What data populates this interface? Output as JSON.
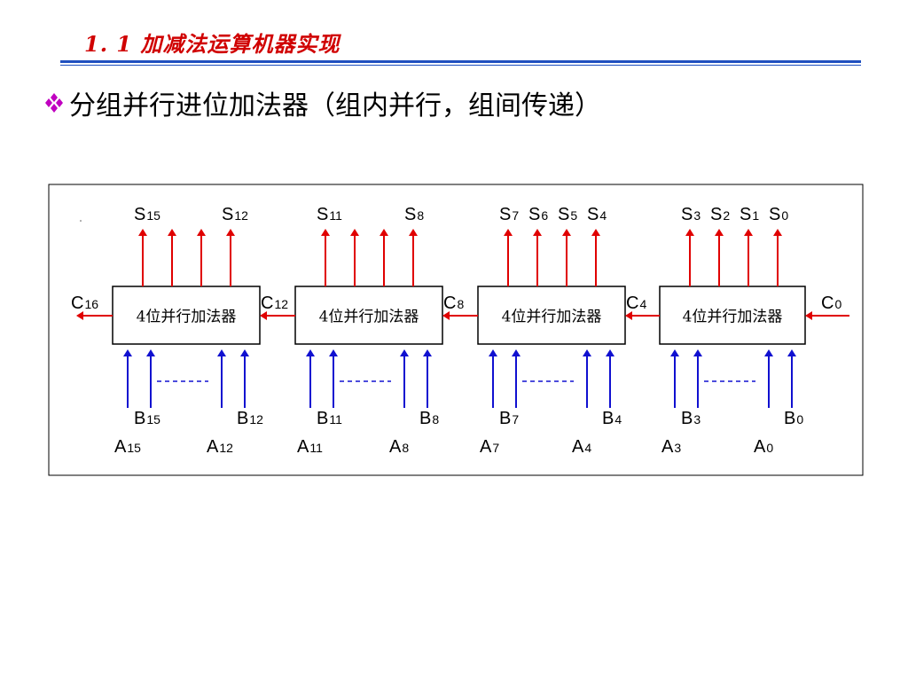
{
  "slide": {
    "title": "1. 1 加减法运算机器实现",
    "bullet_text": "分组并行进位加法器（组内并行，组间传递）",
    "bullet_icon": "diamond-cluster-icon"
  },
  "diagram": {
    "adder_label": "4位并行加法器",
    "carry_labels": [
      "C16",
      "C12",
      "C8",
      "C4",
      "C0"
    ],
    "groups": [
      {
        "sum_labels": [
          "S15",
          "",
          "",
          "S12"
        ],
        "b_labels": [
          "B15",
          "B12"
        ],
        "a_labels": [
          "A15",
          "A12"
        ]
      },
      {
        "sum_labels": [
          "S11",
          "",
          "",
          "S8"
        ],
        "b_labels": [
          "B11",
          "B8"
        ],
        "a_labels": [
          "A11",
          "A8"
        ]
      },
      {
        "sum_labels": [
          "S7",
          "S6",
          "S5",
          "S4"
        ],
        "b_labels": [
          "B7",
          "B4"
        ],
        "a_labels": [
          "A7",
          "A4"
        ]
      },
      {
        "sum_labels": [
          "S3",
          "S2",
          "S1",
          "S0"
        ],
        "b_labels": [
          "B3",
          "B0"
        ],
        "a_labels": [
          "A3",
          "A0"
        ]
      }
    ],
    "colors": {
      "sum_arrow": "#e00000",
      "carry_arrow": "#e00000",
      "input_arrow": "#1010d0",
      "dash": "#1010d0",
      "title": "#d00000",
      "rule": "#1f4fbf"
    }
  }
}
